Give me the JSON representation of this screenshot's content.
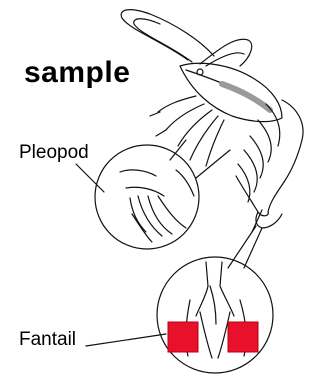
{
  "title": "sample",
  "labels": {
    "pleopod": "Pleopod",
    "fantail": "Fantail"
  },
  "colors": {
    "sample_marker": "#e8102a",
    "line": "#111111",
    "shading": "#9a9a9a"
  }
}
